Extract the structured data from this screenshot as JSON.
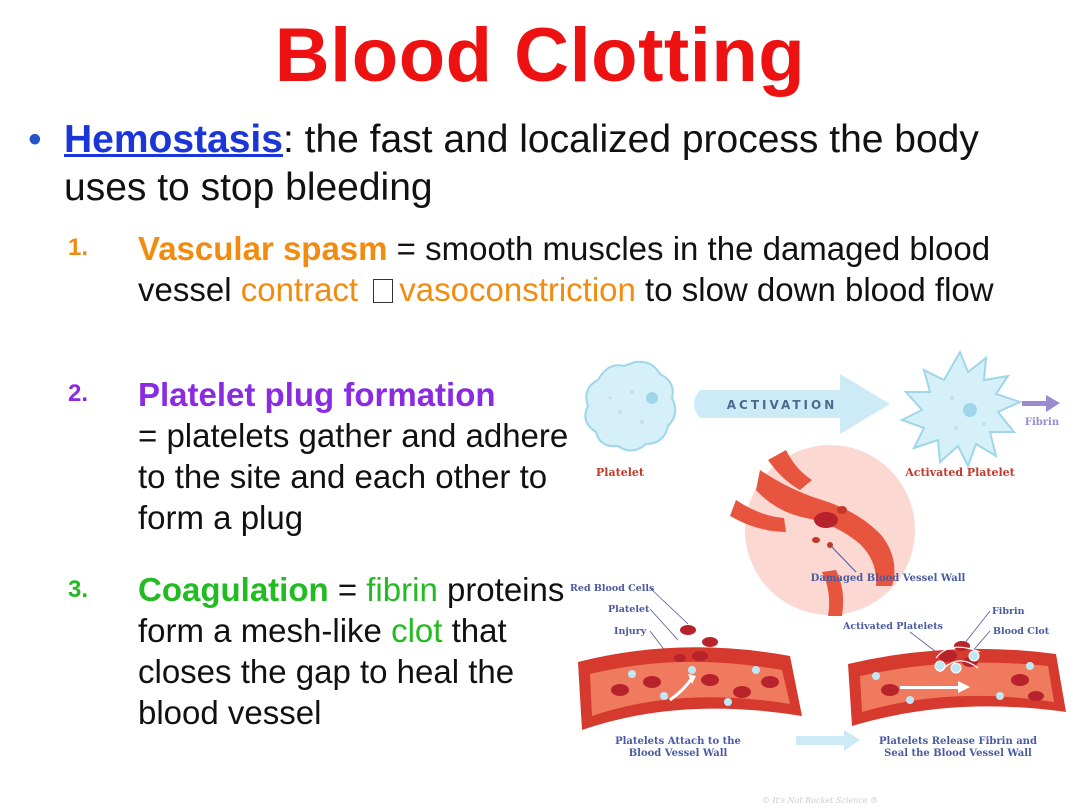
{
  "slide": {
    "title": "Blood Clotting",
    "definition": {
      "term": "Hemostasis",
      "text": ": the fast and localized process the body uses to stop bleeding"
    },
    "steps": [
      {
        "number": "1.",
        "term": "Vascular spasm",
        "parts": [
          " = smooth muscles in the damaged blood vessel ",
          "contract",
          " ",
          "vasoconstriction",
          " to slow down blood flow"
        ]
      },
      {
        "number": "2.",
        "term": "Platelet plug formation",
        "text": "= platelets gather and adhere to the site and each other to form a plug"
      },
      {
        "number": "3.",
        "term": "Coagulation",
        "parts": [
          " = ",
          "fibrin",
          " proteins form a mesh-like ",
          "clot",
          " that closes the gap to heal the blood vessel"
        ]
      }
    ]
  },
  "diagram": {
    "labels": {
      "platelet": "Platelet",
      "activation": "ACTIVATION",
      "activated_platelet": "Activated Platelet",
      "fibrin_top": "Fibrin",
      "damaged_wall": "Damaged Blood Vessel Wall",
      "red_blood_cells": "Red Blood Cells",
      "platelet_left": "Platelet",
      "injury": "Injury",
      "activated_platelets": "Activated Platelets",
      "fibrin_right": "Fibrin",
      "blood_clot": "Blood Clot",
      "caption_left_1": "Platelets Attach to the",
      "caption_left_2": "Blood Vessel Wall",
      "caption_right_1": "Platelets Release Fibrin and",
      "caption_right_2": "Seal the Blood Vessel Wall",
      "copyright": "© It's Not Rocket Science ®"
    },
    "colors": {
      "vessel": "#d9342b",
      "vessel_light": "#f07a5e",
      "platelet": "#bfe8f5",
      "arrow": "#a9dcf2",
      "label_red": "#c0392b",
      "label_blue": "#4a5aa0",
      "fibrin_purple": "#9b8ad0"
    }
  }
}
